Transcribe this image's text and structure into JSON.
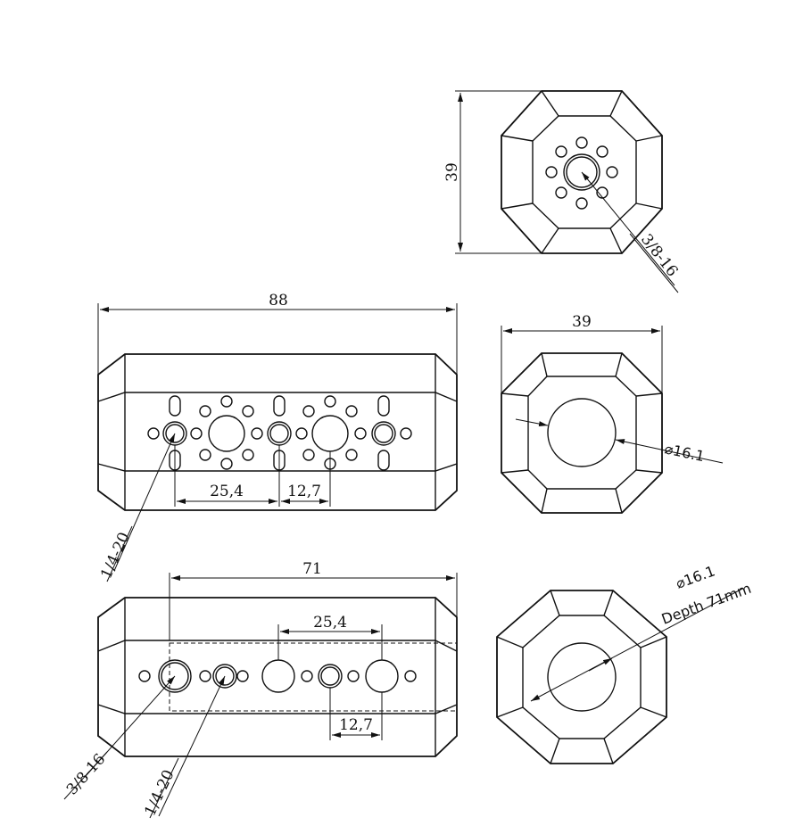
{
  "labels": {
    "top_height": "39",
    "top_thread": "3/8-16",
    "front_length": "88",
    "front_spacing_a": "25,4",
    "front_spacing_b": "12,7",
    "front_thread": "1/4-20",
    "side_width": "39",
    "side_bore": "⌀16.1",
    "bottom_length": "71",
    "bottom_spacing_a": "25,4",
    "bottom_spacing_b": "12,7",
    "bottom_thread_a": "3/8-16",
    "bottom_thread_b": "1/4-20",
    "end_bore": "⌀16.1",
    "end_depth": "Depth 71mm"
  }
}
